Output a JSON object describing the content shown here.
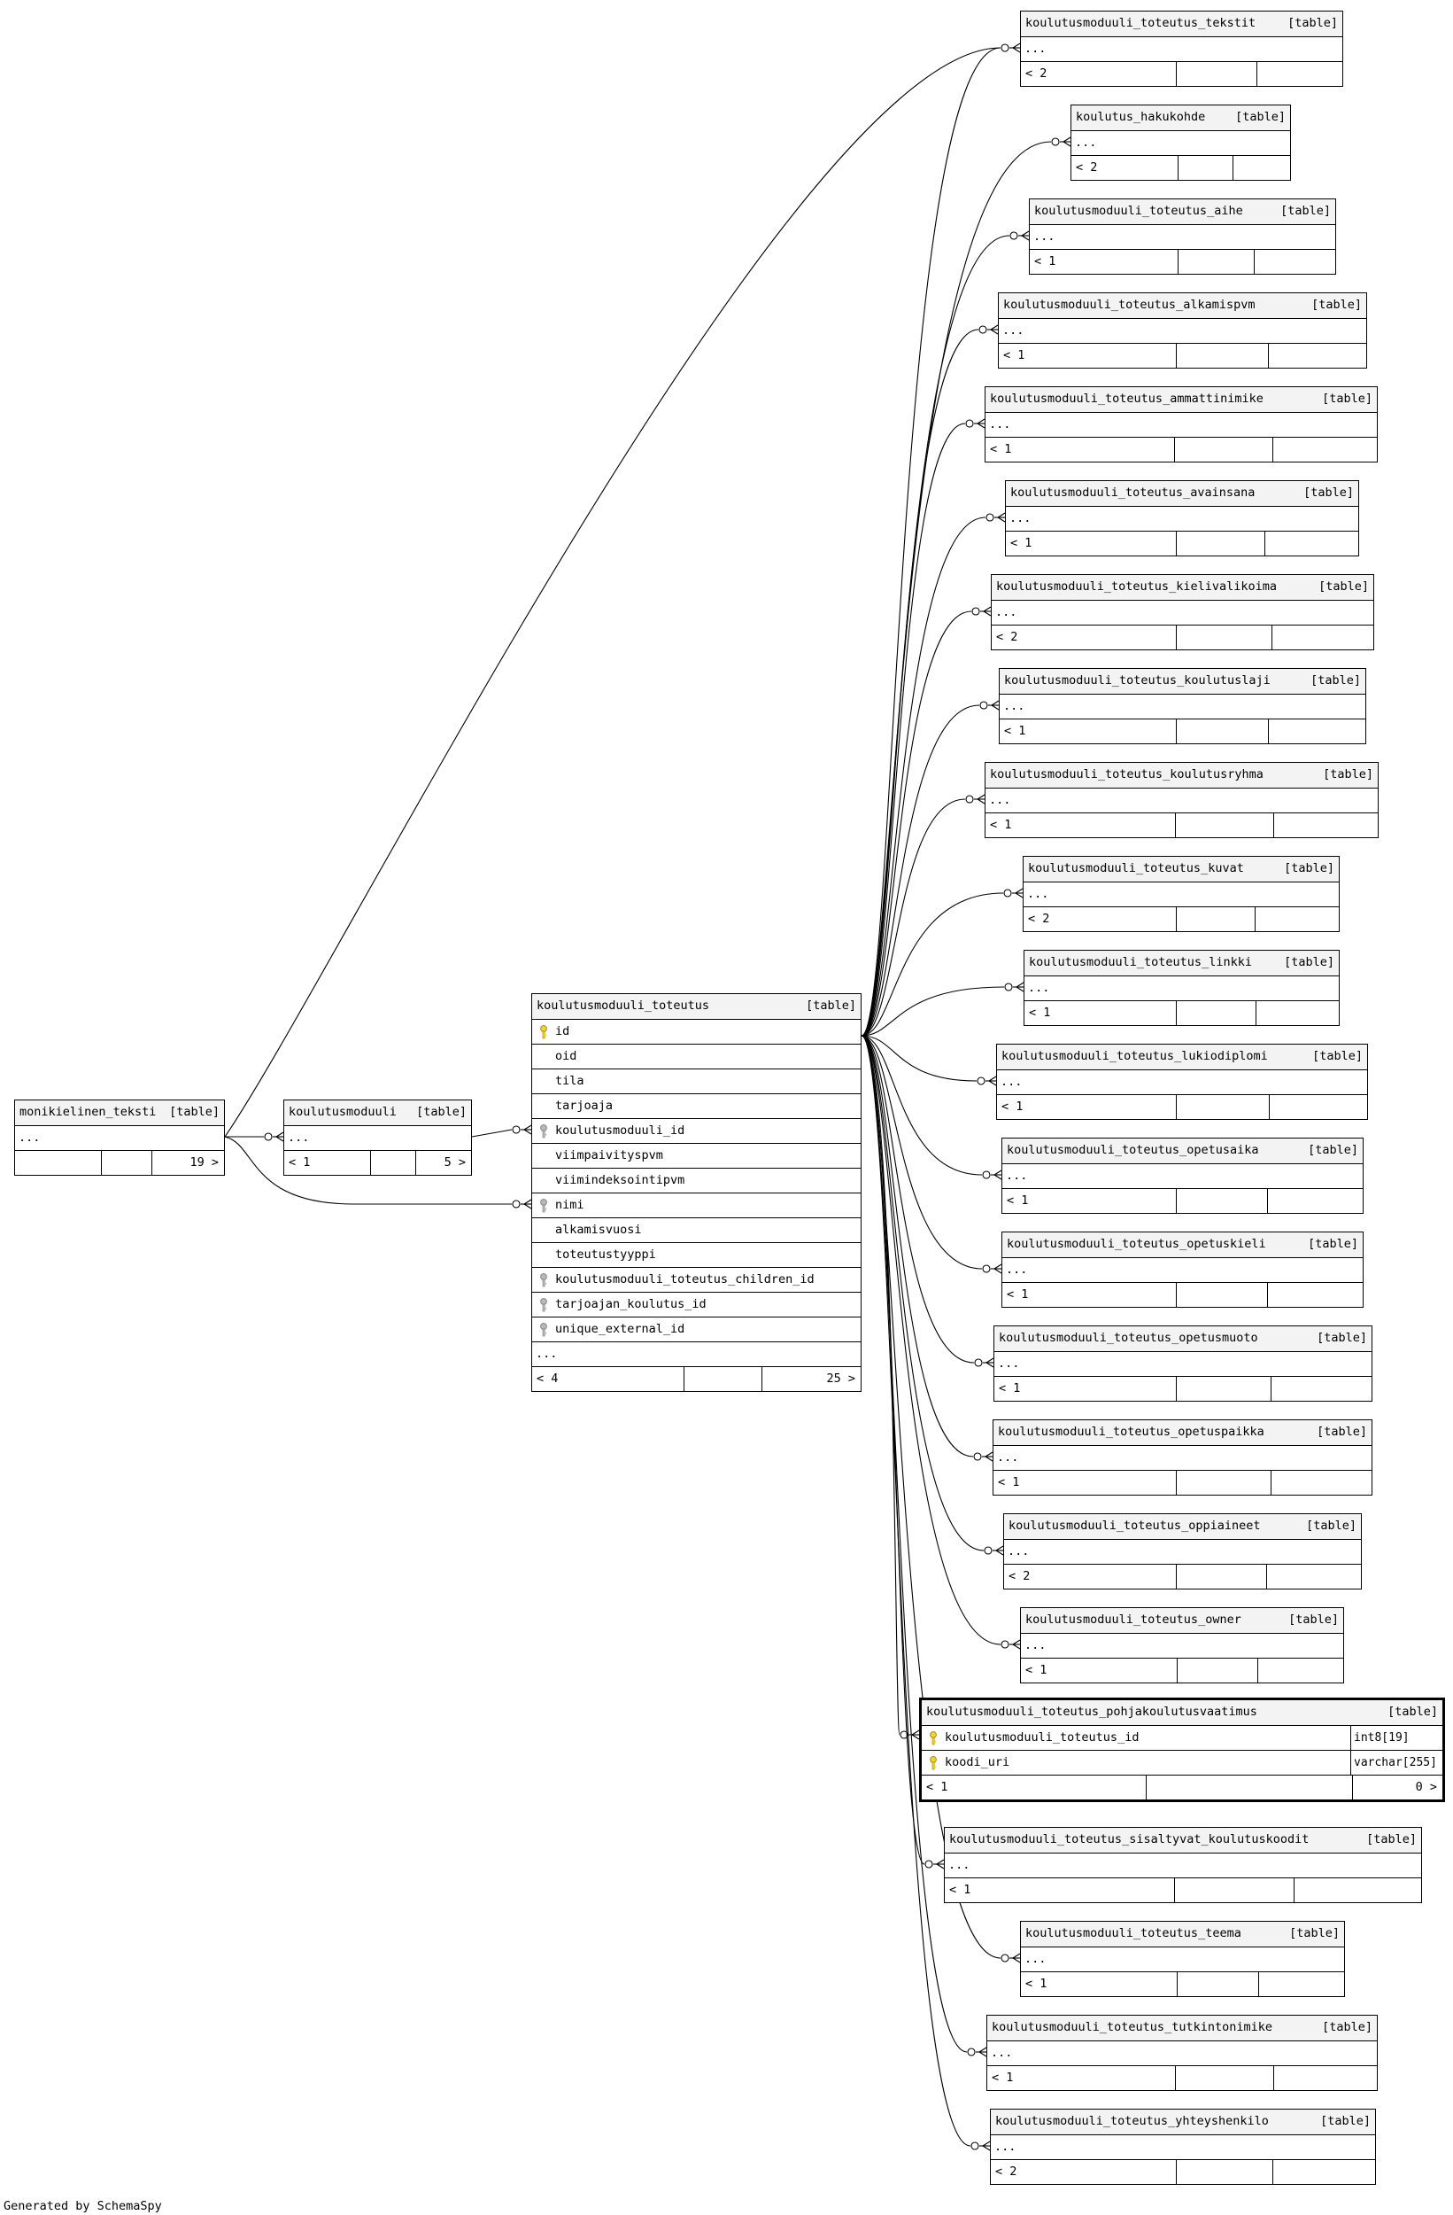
{
  "footer": "Generated by SchemaSpy",
  "tables": [
    {
      "id": "monikielinen_teksti",
      "name": "monikielinen_teksti",
      "tag": "[table]",
      "ellipsis": "...",
      "left": "",
      "right": "19 >"
    },
    {
      "id": "koulutusmoduuli",
      "name": "koulutusmoduuli",
      "tag": "[table]",
      "ellipsis": "...",
      "left": "< 1",
      "right": "5 >"
    },
    {
      "id": "koulutusmoduuli_toteutus",
      "name": "koulutusmoduuli_toteutus",
      "tag": "[table]",
      "ellipsis": "...",
      "left": "< 4",
      "right": "25 >",
      "columns": [
        {
          "name": "id",
          "key": "primary"
        },
        {
          "name": "oid",
          "key": ""
        },
        {
          "name": "tila",
          "key": ""
        },
        {
          "name": "tarjoaja",
          "key": ""
        },
        {
          "name": "koulutusmoduuli_id",
          "key": "foreign"
        },
        {
          "name": "viimpaivityspvm",
          "key": ""
        },
        {
          "name": "viimindeksointipvm",
          "key": ""
        },
        {
          "name": "nimi",
          "key": "foreign"
        },
        {
          "name": "alkamisvuosi",
          "key": ""
        },
        {
          "name": "toteutustyyppi",
          "key": ""
        },
        {
          "name": "koulutusmoduuli_toteutus_children_id",
          "key": "foreign"
        },
        {
          "name": "tarjoajan_koulutus_id",
          "key": "foreign"
        },
        {
          "name": "unique_external_id",
          "key": "foreign"
        }
      ]
    },
    {
      "id": "t_tekstit",
      "name": "koulutusmoduuli_toteutus_tekstit",
      "tag": "[table]",
      "ellipsis": "...",
      "left": "< 2",
      "right": ""
    },
    {
      "id": "t_hakukohde",
      "name": "koulutus_hakukohde",
      "tag": "[table]",
      "ellipsis": "...",
      "left": "< 2",
      "right": ""
    },
    {
      "id": "t_aihe",
      "name": "koulutusmoduuli_toteutus_aihe",
      "tag": "[table]",
      "ellipsis": "...",
      "left": "< 1",
      "right": ""
    },
    {
      "id": "t_alkamispvm",
      "name": "koulutusmoduuli_toteutus_alkamispvm",
      "tag": "[table]",
      "ellipsis": "...",
      "left": "< 1",
      "right": ""
    },
    {
      "id": "t_ammattinimike",
      "name": "koulutusmoduuli_toteutus_ammattinimike",
      "tag": "[table]",
      "ellipsis": "...",
      "left": "< 1",
      "right": ""
    },
    {
      "id": "t_avainsana",
      "name": "koulutusmoduuli_toteutus_avainsana",
      "tag": "[table]",
      "ellipsis": "...",
      "left": "< 1",
      "right": ""
    },
    {
      "id": "t_kielivalikoima",
      "name": "koulutusmoduuli_toteutus_kielivalikoima",
      "tag": "[table]",
      "ellipsis": "...",
      "left": "< 2",
      "right": ""
    },
    {
      "id": "t_koulutuslaji",
      "name": "koulutusmoduuli_toteutus_koulutuslaji",
      "tag": "[table]",
      "ellipsis": "...",
      "left": "< 1",
      "right": ""
    },
    {
      "id": "t_koulutusryhma",
      "name": "koulutusmoduuli_toteutus_koulutusryhma",
      "tag": "[table]",
      "ellipsis": "...",
      "left": "< 1",
      "right": ""
    },
    {
      "id": "t_kuvat",
      "name": "koulutusmoduuli_toteutus_kuvat",
      "tag": "[table]",
      "ellipsis": "...",
      "left": "< 2",
      "right": ""
    },
    {
      "id": "t_linkki",
      "name": "koulutusmoduuli_toteutus_linkki",
      "tag": "[table]",
      "ellipsis": "...",
      "left": "< 1",
      "right": ""
    },
    {
      "id": "t_lukiodiplomi",
      "name": "koulutusmoduuli_toteutus_lukiodiplomi",
      "tag": "[table]",
      "ellipsis": "...",
      "left": "< 1",
      "right": ""
    },
    {
      "id": "t_opetusaika",
      "name": "koulutusmoduuli_toteutus_opetusaika",
      "tag": "[table]",
      "ellipsis": "...",
      "left": "< 1",
      "right": ""
    },
    {
      "id": "t_opetuskieli",
      "name": "koulutusmoduuli_toteutus_opetuskieli",
      "tag": "[table]",
      "ellipsis": "...",
      "left": "< 1",
      "right": ""
    },
    {
      "id": "t_opetusmuoto",
      "name": "koulutusmoduuli_toteutus_opetusmuoto",
      "tag": "[table]",
      "ellipsis": "...",
      "left": "< 1",
      "right": ""
    },
    {
      "id": "t_opetuspaikka",
      "name": "koulutusmoduuli_toteutus_opetuspaikka",
      "tag": "[table]",
      "ellipsis": "...",
      "left": "< 1",
      "right": ""
    },
    {
      "id": "t_oppiaineet",
      "name": "koulutusmoduuli_toteutus_oppiaineet",
      "tag": "[table]",
      "ellipsis": "...",
      "left": "< 2",
      "right": ""
    },
    {
      "id": "t_owner",
      "name": "koulutusmoduuli_toteutus_owner",
      "tag": "[table]",
      "ellipsis": "...",
      "left": "< 1",
      "right": ""
    },
    {
      "id": "t_pohjakoulutusvaatimus",
      "name": "koulutusmoduuli_toteutus_pohjakoulutusvaatimus",
      "tag": "[table]",
      "ellipsis": "",
      "left": "< 1",
      "right": "0 >",
      "columns": [
        {
          "name": "koulutusmoduuli_toteutus_id",
          "key": "primary",
          "type": "int8[19]"
        },
        {
          "name": "koodi_uri",
          "key": "primary",
          "type": "varchar[255]"
        }
      ]
    },
    {
      "id": "t_sisaltyvat",
      "name": "koulutusmoduuli_toteutus_sisaltyvat_koulutuskoodit",
      "tag": "[table]",
      "ellipsis": "...",
      "left": "< 1",
      "right": ""
    },
    {
      "id": "t_teema",
      "name": "koulutusmoduuli_toteutus_teema",
      "tag": "[table]",
      "ellipsis": "...",
      "left": "< 1",
      "right": ""
    },
    {
      "id": "t_tutkintonimike",
      "name": "koulutusmoduuli_toteutus_tutkintonimike",
      "tag": "[table]",
      "ellipsis": "...",
      "left": "< 1",
      "right": ""
    },
    {
      "id": "t_yhteyshenkilo",
      "name": "koulutusmoduuli_toteutus_yhteyshenkilo",
      "tag": "[table]",
      "ellipsis": "...",
      "left": "< 2",
      "right": ""
    }
  ]
}
